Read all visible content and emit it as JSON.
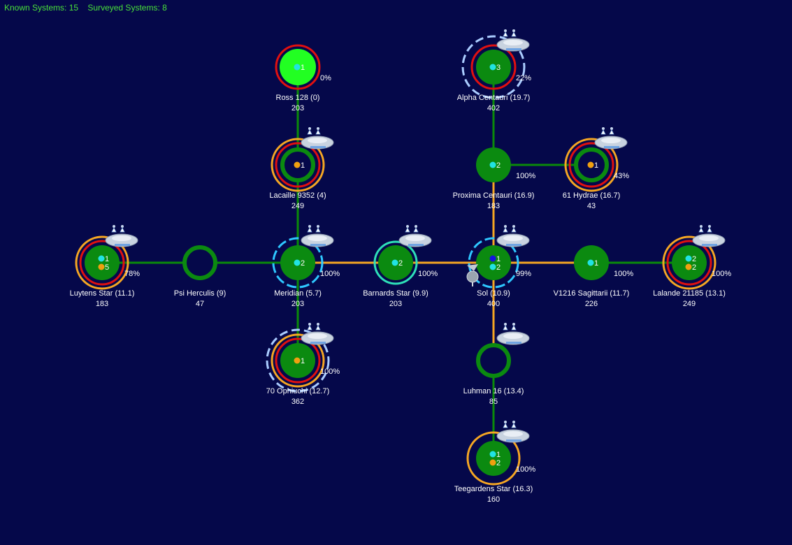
{
  "stats": {
    "known_label": "Known Systems: 15",
    "surveyed_label": "Surveyed Systems: 8"
  },
  "colors": {
    "background": "#05084a",
    "link_green": "#0a8a0a",
    "link_orange": "#f5a623",
    "system_fill": "#0b8a10",
    "selected_fill": "#22ff22",
    "ring_red": "#e01010",
    "ring_orange": "#f5a623",
    "ring_cyan": "#2ec7ff",
    "ring_teal": "#2ee0b8",
    "ring_lightblue": "#aaccff",
    "colony_cyan": "#21e3e3",
    "colony_orange": "#f0a010",
    "colony_blue": "#1414e0",
    "label_text": "#ffffff"
  },
  "systems": [
    {
      "id": "ross128",
      "name": "Ross 128  (0)",
      "pop": "203",
      "pct": "0%",
      "selected": true,
      "hollow": false,
      "rings": [
        "red"
      ],
      "fleet": false,
      "colonies": [
        {
          "color": "cyan",
          "count": "1"
        }
      ]
    },
    {
      "id": "alphacen",
      "name": "Alpha Centauri  (19.7)",
      "pop": "402",
      "pct": "22%",
      "selected": false,
      "hollow": false,
      "rings": [
        "red",
        "lightblue-dash"
      ],
      "fleet": true,
      "colonies": [
        {
          "color": "cyan",
          "count": "3"
        }
      ]
    },
    {
      "id": "lacaille",
      "name": "Lacaille 9352  (4)",
      "pop": "249",
      "pct": "",
      "selected": false,
      "hollow": true,
      "rings": [
        "red",
        "orange"
      ],
      "fleet": true,
      "colonies": [
        {
          "color": "orange",
          "count": "1"
        }
      ]
    },
    {
      "id": "proxima",
      "name": "Proxima Centauri  (16.9)",
      "pop": "183",
      "pct": "100%",
      "selected": false,
      "hollow": false,
      "rings": [],
      "fleet": false,
      "colonies": [
        {
          "color": "cyan",
          "count": "2"
        }
      ]
    },
    {
      "id": "61hydrae",
      "name": "61 Hydrae  (16.7)",
      "pop": "43",
      "pct": "43%",
      "selected": false,
      "hollow": true,
      "rings": [
        "red",
        "orange"
      ],
      "fleet": true,
      "colonies": [
        {
          "color": "orange",
          "count": "1"
        }
      ]
    },
    {
      "id": "luytens",
      "name": "Luytens Star  (11.1)",
      "pop": "183",
      "pct": "78%",
      "selected": false,
      "hollow": false,
      "rings": [
        "red",
        "orange"
      ],
      "fleet": true,
      "colonies": [
        {
          "color": "cyan",
          "count": "1"
        },
        {
          "color": "orange",
          "count": "5"
        }
      ]
    },
    {
      "id": "psiherc",
      "name": "Psi Herculis  (9)",
      "pop": "47",
      "pct": "",
      "selected": false,
      "hollow": true,
      "rings": [],
      "fleet": false,
      "colonies": []
    },
    {
      "id": "meridian",
      "name": "Meridian  (5.7)",
      "pop": "203",
      "pct": "100%",
      "selected": false,
      "hollow": false,
      "rings": [
        "cyan-dash"
      ],
      "fleet": true,
      "colonies": [
        {
          "color": "cyan",
          "count": "2"
        }
      ]
    },
    {
      "id": "barnards",
      "name": "Barnards Star  (9.9)",
      "pop": "203",
      "pct": "100%",
      "selected": false,
      "hollow": false,
      "rings": [
        "teal"
      ],
      "fleet": true,
      "colonies": [
        {
          "color": "cyan",
          "count": "2"
        }
      ]
    },
    {
      "id": "sol",
      "name": "Sol  (10.9)",
      "pop": "400",
      "pct": "99%",
      "selected": false,
      "hollow": false,
      "rings": [
        "cyan-dash"
      ],
      "fleet": true,
      "colonies": [
        {
          "color": "blue",
          "count": "1"
        },
        {
          "color": "cyan",
          "count": "2"
        }
      ]
    },
    {
      "id": "v1216",
      "name": "V1216 Sagittarii  (11.7)",
      "pop": "226",
      "pct": "100%",
      "selected": false,
      "hollow": false,
      "rings": [],
      "fleet": false,
      "colonies": [
        {
          "color": "cyan",
          "count": "1"
        }
      ]
    },
    {
      "id": "lalande",
      "name": "Lalande 21185  (13.1)",
      "pop": "249",
      "pct": "100%",
      "selected": false,
      "hollow": false,
      "rings": [
        "red",
        "orange"
      ],
      "fleet": true,
      "colonies": [
        {
          "color": "cyan",
          "count": "2"
        },
        {
          "color": "orange",
          "count": "2"
        }
      ]
    },
    {
      "id": "70oph",
      "name": "70 Ophiuchi  (12.7)",
      "pop": "362",
      "pct": "100%",
      "selected": false,
      "hollow": false,
      "rings": [
        "red",
        "orange",
        "lightblue-dash"
      ],
      "fleet": true,
      "colonies": [
        {
          "color": "orange",
          "count": "1"
        }
      ]
    },
    {
      "id": "luhman",
      "name": "Luhman 16  (13.4)",
      "pop": "85",
      "pct": "",
      "selected": false,
      "hollow": true,
      "rings": [],
      "fleet": true,
      "colonies": []
    },
    {
      "id": "teegarden",
      "name": "Teegardens Star  (16.3)",
      "pop": "160",
      "pct": "100%",
      "selected": false,
      "hollow": false,
      "rings": [
        "orange"
      ],
      "fleet": true,
      "colonies": [
        {
          "color": "cyan",
          "count": "1"
        },
        {
          "color": "orange",
          "count": "2"
        }
      ]
    }
  ],
  "links": [
    {
      "a": "ross128",
      "b": "lacaille",
      "color": "green"
    },
    {
      "a": "lacaille",
      "b": "meridian",
      "color": "green"
    },
    {
      "a": "meridian",
      "b": "70oph",
      "color": "green"
    },
    {
      "a": "luytens",
      "b": "psiherc",
      "color": "green"
    },
    {
      "a": "psiherc",
      "b": "meridian",
      "color": "green"
    },
    {
      "a": "meridian",
      "b": "barnards",
      "color": "orange"
    },
    {
      "a": "barnards",
      "b": "sol",
      "color": "orange"
    },
    {
      "a": "sol",
      "b": "v1216",
      "color": "orange"
    },
    {
      "a": "v1216",
      "b": "lalande",
      "color": "green"
    },
    {
      "a": "alphacen",
      "b": "proxima",
      "color": "green"
    },
    {
      "a": "proxima",
      "b": "61hydrae",
      "color": "green"
    },
    {
      "a": "proxima",
      "b": "sol",
      "color": "orange"
    },
    {
      "a": "sol",
      "b": "luhman",
      "color": "orange"
    },
    {
      "a": "luhman",
      "b": "teegarden",
      "color": "green"
    }
  ]
}
